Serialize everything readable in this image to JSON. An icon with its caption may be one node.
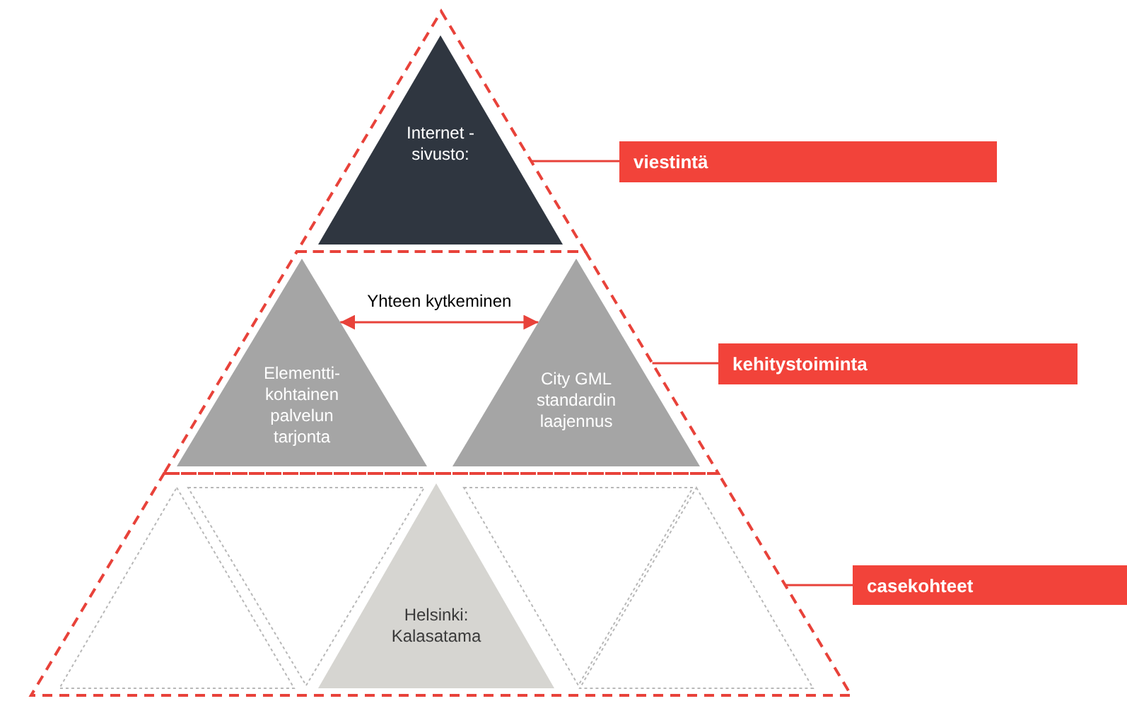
{
  "diagram": {
    "nodes": [
      {
        "text": [],
        "shape": "triangle"
      },
      {
        "text": [
          "Internet -sivusto:"
        ],
        "in": 0
      },
      {
        "text": [],
        "shape": "band"
      },
      {
        "text": [
          "Elementti-kohtainen palvelun tarjonta"
        ],
        "in": 2
      },
      {
        "text": [
          "City GML standardin laajennus"
        ],
        "in": 2
      },
      {
        "text": [],
        "shape": "band"
      },
      {
        "text": [],
        "shape": "triangle",
        "in": 5
      },
      {
        "text": [],
        "shape": "triangle",
        "in": 5
      },
      {
        "text": [
          "Helsinki: Kalasatama"
        ],
        "in": 5
      },
      {
        "text": [],
        "shape": "triangle",
        "in": 5
      },
      {
        "text": [],
        "shape": "triangle",
        "in": 5
      },
      {
        "text": [
          "viestintä"
        ]
      },
      {
        "text": [
          "kehitystoiminta"
        ]
      },
      {
        "text": [
          "casekohteet"
        ]
      }
    ],
    "edges": [
      {
        "from": 3,
        "to": 4,
        "arrow": "both",
        "label": "Yhteen kytkeminen"
      },
      {
        "from": 0,
        "to": 11,
        "arrow": "none"
      },
      {
        "from": 2,
        "to": 12,
        "arrow": "none"
      },
      {
        "from": 5,
        "to": 13,
        "arrow": "none"
      }
    ]
  }
}
